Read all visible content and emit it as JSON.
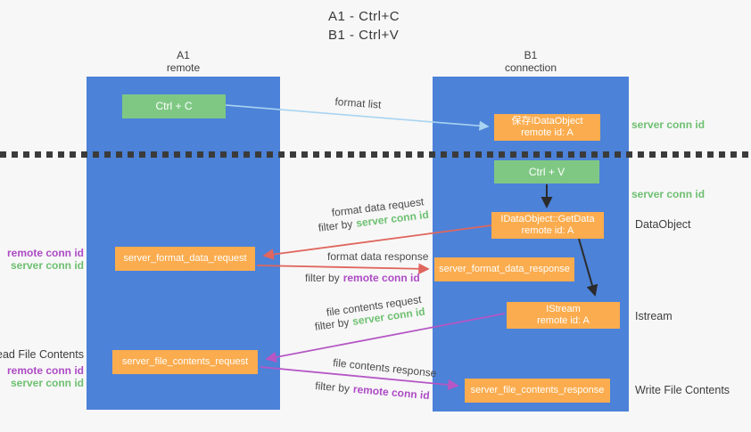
{
  "title": {
    "line1": "A1 - Ctrl+C",
    "line2": "B1 - Ctrl+V"
  },
  "lifelines": {
    "left": {
      "name": "A1",
      "role": "remote"
    },
    "right": {
      "name": "B1",
      "role": "connection"
    }
  },
  "nodes": {
    "ctrl_c": {
      "label": "Ctrl + C"
    },
    "save_idataobject": {
      "line1": "保存IDataObject",
      "line2": "remote id: A"
    },
    "ctrl_v": {
      "label": "Ctrl + V"
    },
    "getdata": {
      "line1": "IDataObject::GetData",
      "line2": "remote id: A"
    },
    "format_request": {
      "label": "server_format_data_request"
    },
    "format_response": {
      "label": "server_format_data_response"
    },
    "istream": {
      "line1": "IStream",
      "line2": "remote id: A"
    },
    "file_request": {
      "label": "server_file_contents_request"
    },
    "file_response": {
      "label": "server_file_contents_response"
    }
  },
  "arrow_labels": {
    "format_list": "format list",
    "format_data_request": "format data request",
    "format_data_response": "format data response",
    "file_contents_request": "file contents request",
    "file_contents_response": "file contents response",
    "filter_prefix": "filter by",
    "server_conn_id": "server conn id",
    "remote_conn_id": "remote conn id"
  },
  "side_labels": {
    "right_top_conn": "server conn id",
    "right_mid_conn": "server conn id",
    "dataobject": "DataObject",
    "istream": "Istream",
    "write_file_contents": "Write File Contents",
    "left_format_remote": "remote conn id",
    "left_format_server": "server conn id",
    "read_file_contents": "Read File Contents",
    "left_file_remote": "remote conn id",
    "left_file_server": "server conn id"
  },
  "colors": {
    "background": "#f7f7f7",
    "lifeline_blue": "#4c82d8",
    "action_green": "#7fc884",
    "message_orange": "#fbac4e",
    "request_red": "#e0665e",
    "filter_purple": "#b557c5",
    "conn_green_text": "#6ec071",
    "conn_purple_text": "#ad4bc5",
    "format_list_blue": "#a8d4f2",
    "arrow_black": "#2b2b2b",
    "divider_dark": "#3b3b3b"
  }
}
